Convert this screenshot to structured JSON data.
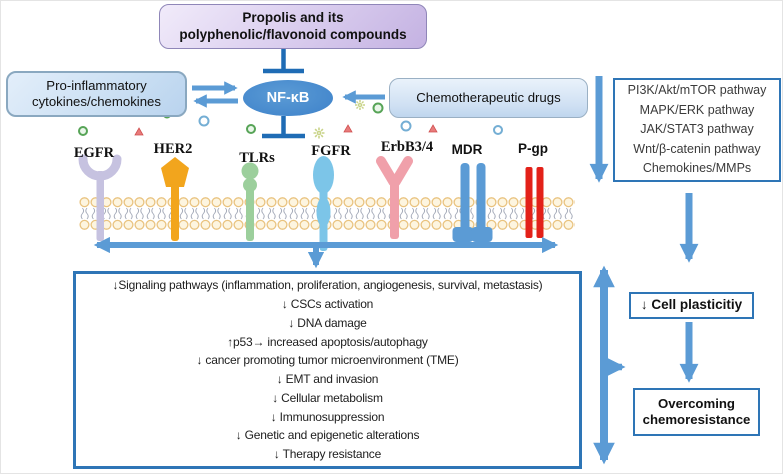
{
  "title_box": {
    "line1": "Propolis and its",
    "line2": "polyphenolic/flavonoid compounds"
  },
  "left_box": {
    "line1": "Pro-inflammatory",
    "line2": "cytokines/chemokines"
  },
  "nfkb": {
    "label": "NF-κB"
  },
  "chemo_box": {
    "label": "Chemotherapeutic drugs"
  },
  "pathways_box": {
    "items": [
      "PI3K/Akt/mTOR pathway",
      "MAPK/ERK pathway",
      "JAK/STAT3 pathway",
      "Wnt/β-catenin pathway",
      "Chemokines/MMPs"
    ]
  },
  "receptors": [
    {
      "label": "EGFR"
    },
    {
      "label": "HER2"
    },
    {
      "label": "TLRs"
    },
    {
      "label": "FGFR"
    },
    {
      "label": "ErbB3/4"
    },
    {
      "label": "MDR"
    },
    {
      "label": "P-gp"
    }
  ],
  "effects_box": {
    "lines": [
      "↓Signaling pathways (inflammation, proliferation, angiogenesis, survival, metastasis)",
      "↓ CSCs activation",
      "↓ DNA damage",
      "↑p53→ increased apoptosis/autophagy",
      "↓ cancer promoting tumor microenvironment (TME)",
      "↓ EMT and invasion",
      "↓ Cellular metabolism",
      "↓ Immunosuppression",
      "↓ Genetic and epigenetic alterations",
      "↓ Therapy resistance"
    ]
  },
  "cell_plasticity_box": {
    "label": "↓ Cell plasticitiy"
  },
  "overcoming_box": {
    "line1": "Overcoming",
    "line2": "chemoresistance"
  },
  "colors": {
    "arrow_blue": "#5b9bd5",
    "inhibit_blue": "#1f6cb5",
    "box_border_blue": "#2e75b6",
    "nfkb_fill": "#4689cd",
    "propolis_purple": "#c4b2e2",
    "light_blue_box": "#cadff3",
    "egfr": "#c6c2e0",
    "her2": "#f2a51d",
    "tlrs": "#9ccf9c",
    "fgfr": "#7cc5e8",
    "erbb": "#f0a0aa",
    "mdr": "#5b9bd5",
    "pgp": "#e32119",
    "lipid_head": "#e9c37f"
  }
}
